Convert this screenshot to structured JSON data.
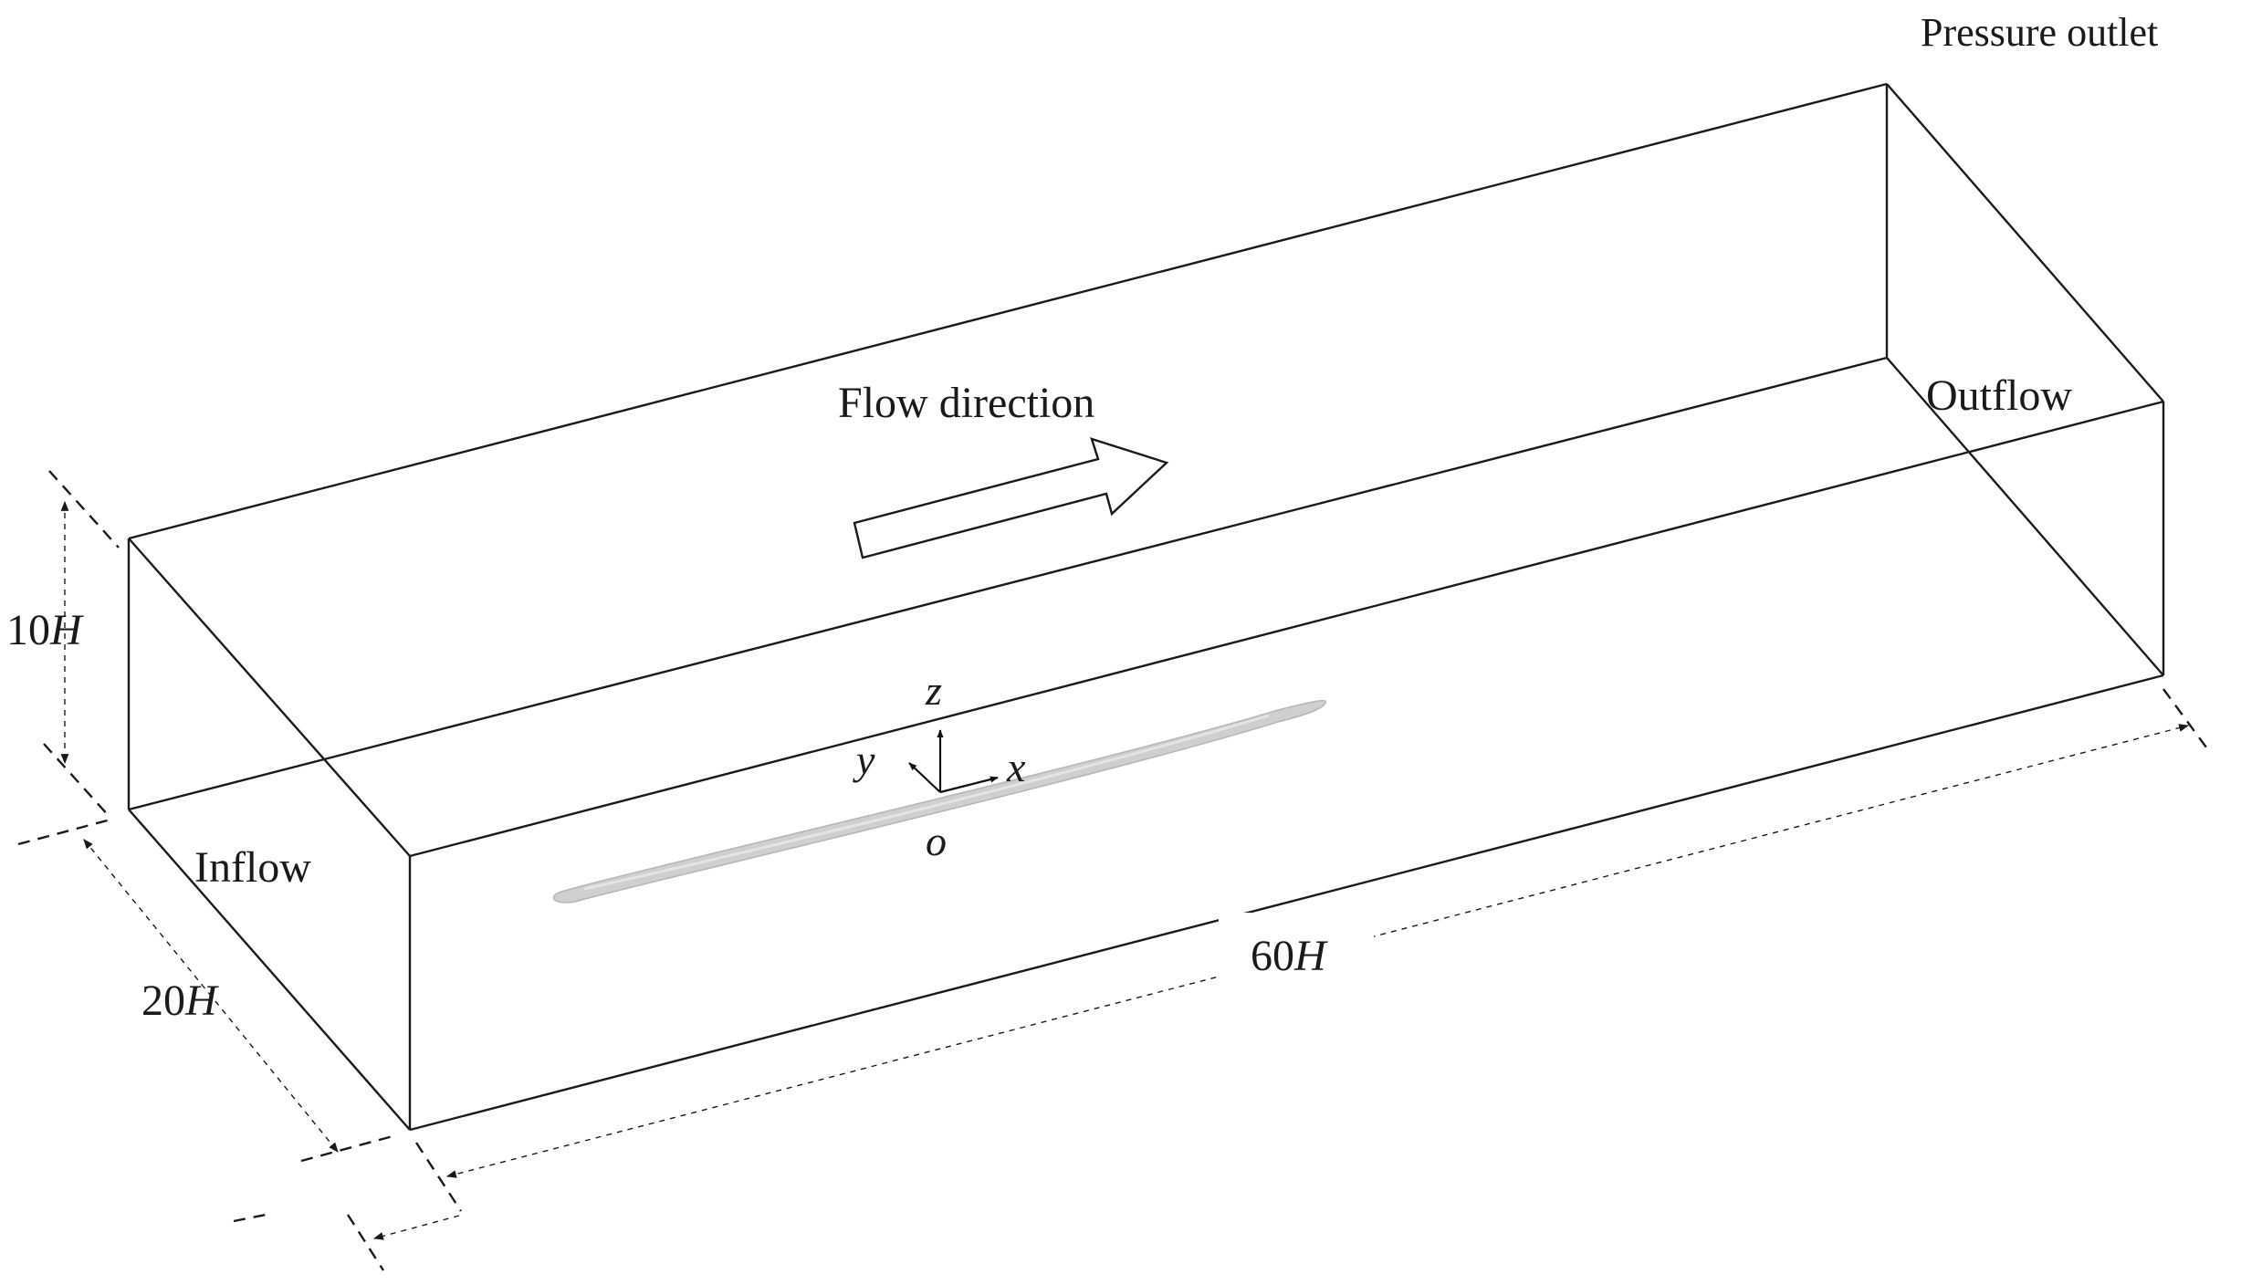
{
  "labels": {
    "pressure_outlet": "Pressure outlet",
    "flow_direction": "Flow direction",
    "outflow": "Outflow",
    "inflow": "Inflow",
    "height": {
      "number": "10",
      "unit": "H"
    },
    "width": {
      "number": "20",
      "unit": "H"
    },
    "length": {
      "number": "60",
      "unit": "H"
    }
  },
  "axes": {
    "z": "z",
    "y": "y",
    "x": "x",
    "origin": "o"
  },
  "colors": {
    "lines": "#1a1a1a",
    "model_body": "#cfcfcf",
    "model_edge": "#b5b5b5",
    "background": "#ffffff"
  }
}
